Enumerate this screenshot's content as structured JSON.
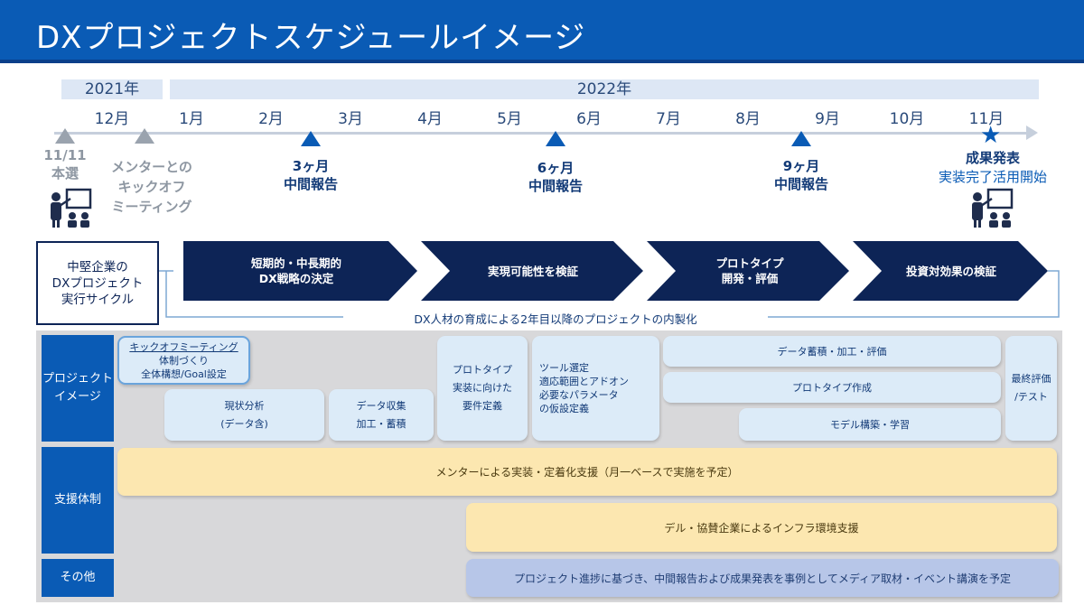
{
  "title": "DXプロジェクトスケジュールイメージ",
  "years": [
    "2021年",
    "2022年"
  ],
  "months": [
    "12月",
    "1月",
    "2月",
    "3月",
    "4月",
    "5月",
    "6月",
    "7月",
    "8月",
    "9月",
    "10月",
    "11月"
  ],
  "milestones": {
    "selection": {
      "date": "11/11",
      "label": "本選"
    },
    "kickoff": {
      "line1": "メンターとの",
      "line2": "キックオフ",
      "line3": "ミーティング"
    },
    "m3": {
      "line1": "3ヶ月",
      "line2": "中間報告"
    },
    "m6": {
      "line1": "6ヶ月",
      "line2": "中間報告"
    },
    "m9": {
      "line1": "9ヶ月",
      "line2": "中間報告"
    },
    "final": {
      "line1": "成果発表",
      "line2": "実装完了活用開始"
    }
  },
  "cycle": {
    "box": {
      "line1": "中堅企業の",
      "line2": "DXプロジェクト",
      "line3": "実行サイクル"
    },
    "phases": [
      {
        "line1": "短期的・中長期的",
        "line2": "DX戦略の決定"
      },
      {
        "line1": "実現可能性を検証",
        "line2": ""
      },
      {
        "line1": "プロトタイプ",
        "line2": "開発・評価"
      },
      {
        "line1": "投資対効果の検証",
        "line2": ""
      }
    ],
    "loop_text": "DX人材の育成による2年目以降のプロジェクトの内製化"
  },
  "rows": {
    "project": {
      "line1": "プロジェクト",
      "line2": "イメージ"
    },
    "support": "支援体制",
    "other": "その他"
  },
  "tasks": {
    "kickoff": {
      "line1": "キックオフミーティング",
      "line2": "体制づくり",
      "line3": "全体構想/Goal設定"
    },
    "analysis": {
      "line1": "現状分析",
      "line2": "(データ含)"
    },
    "collect": {
      "line1": "データ収集",
      "line2": "加工・蓄積"
    },
    "proto_req": {
      "line1": "プロトタイプ",
      "line2": "実装に向けた",
      "line3": "要件定義"
    },
    "tool": {
      "line1": "ツール選定",
      "line2": "適応範囲とアドオン",
      "line3": "必要なパラメータ",
      "line4": "の仮設定義"
    },
    "data_eval": "データ蓄積・加工・評価",
    "proto_make": "プロトタイプ作成",
    "model": "モデル構築・学習",
    "final_eval": {
      "line1": "最終評価",
      "line2": "/テスト"
    }
  },
  "support": {
    "mentor": "メンターによる実装・定着化支援（月一ベースで実施を予定）",
    "infra": "デル・協賛企業によるインフラ環境支援"
  },
  "other": {
    "media": "プロジェクト進捗に基づき、中間報告および成果発表を事例としてメディア取材・イベント講演を予定"
  },
  "colors": {
    "brand": "#0a5bb5",
    "navy": "#0d2456",
    "task": "#dcebf8",
    "support": "#fce7b0",
    "other": "#b7c6e8"
  }
}
